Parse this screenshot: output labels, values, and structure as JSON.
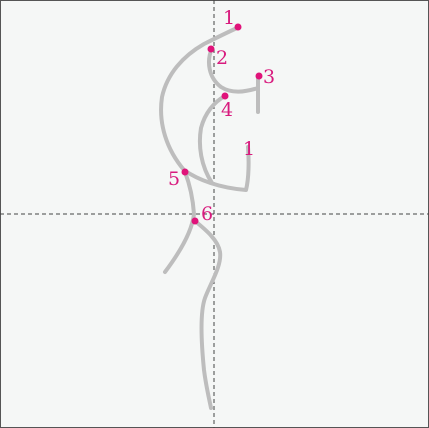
{
  "colors": {
    "background": "#f5f7f6",
    "frame": "#555555",
    "guide": "#444444",
    "stroke": "#bdbdbd",
    "point": "#e0137a",
    "label": "#d81b7e"
  },
  "points": [
    {
      "id": "p1",
      "label": "1"
    },
    {
      "id": "p2",
      "label": "2"
    },
    {
      "id": "p3",
      "label": "3"
    },
    {
      "id": "p4",
      "label": "4"
    },
    {
      "id": "p5",
      "label": "5"
    },
    {
      "id": "p6",
      "label": "6"
    }
  ],
  "stroke_counter": {
    "label": "1"
  }
}
